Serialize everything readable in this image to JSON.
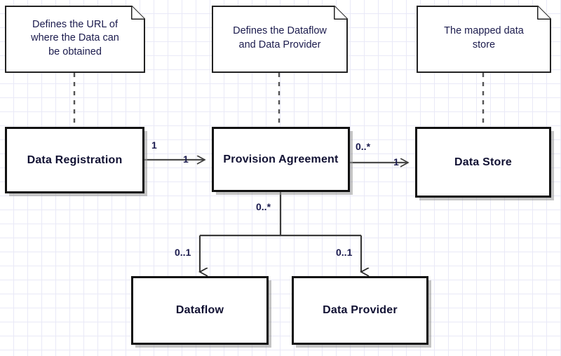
{
  "diagram": {
    "type": "uml-class-diagram",
    "background": "#ffffff",
    "grid_color": "#e9e9f7",
    "line_color": "#4a4a4a",
    "box_border_color": "#111111",
    "text_color": "#111133"
  },
  "notes": [
    {
      "id": "note-url",
      "text": "Defines the URL of\nwhere the Data can\nbe obtained",
      "attached_to": "Data Registration"
    },
    {
      "id": "note-dataflow-provider",
      "text": "Defines the Dataflow\nand Data Provider",
      "attached_to": "Provision Agreement"
    },
    {
      "id": "note-mapped-store",
      "text": "The mapped data\nstore",
      "attached_to": "Data Store"
    }
  ],
  "classes": [
    {
      "id": "data-registration",
      "label": "Data Registration"
    },
    {
      "id": "provision-agreement",
      "label": "Provision Agreement"
    },
    {
      "id": "data-store",
      "label": "Data Store"
    },
    {
      "id": "dataflow",
      "label": "Dataflow"
    },
    {
      "id": "data-provider",
      "label": "Data Provider"
    }
  ],
  "associations": [
    {
      "id": "reg-to-agreement",
      "from": "Data Registration",
      "to": "Provision Agreement",
      "source_multiplicity": "1",
      "target_multiplicity": "1"
    },
    {
      "id": "agreement-to-store",
      "from": "Provision Agreement",
      "to": "Data Store",
      "source_multiplicity": "0..*",
      "target_multiplicity": "1"
    },
    {
      "id": "agreement-to-dataflow",
      "from": "Provision Agreement",
      "to": "Dataflow",
      "source_multiplicity": "0..*",
      "target_multiplicity": "0..1"
    },
    {
      "id": "agreement-to-provider",
      "from": "Provision Agreement",
      "to": "Data Provider",
      "source_multiplicity": "0..*",
      "target_multiplicity": "0..1"
    }
  ],
  "multiplicity_labels": {
    "reg_source": "1",
    "reg_target": "1",
    "store_source": "0..*",
    "store_target": "1",
    "branch_source": "0..*",
    "dataflow_target": "0..1",
    "provider_target": "0..1"
  }
}
